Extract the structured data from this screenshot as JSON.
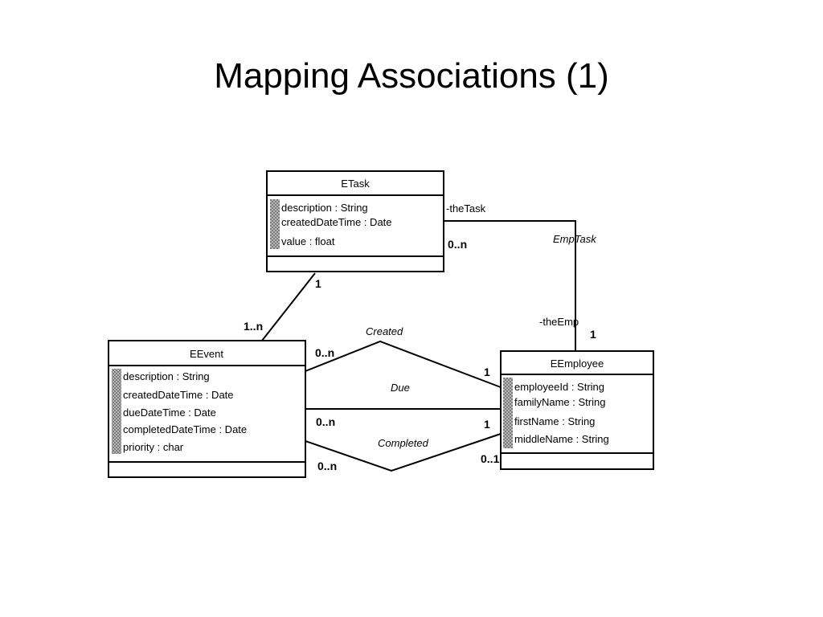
{
  "title": "Mapping Associations (1)",
  "classes": {
    "etask": {
      "name": "ETask",
      "attributes": [
        "description : String",
        "createdDateTime : Date",
        "value : float"
      ]
    },
    "eevent": {
      "name": "EEvent",
      "attributes": [
        "description : String",
        "createdDateTime : Date",
        "dueDateTime : Date",
        "completedDateTime : Date",
        "priority : char"
      ]
    },
    "eemployee": {
      "name": "EEmployee",
      "attributes": [
        "employeeId : String",
        "familyName : String",
        "firstName : String",
        "middleName : String"
      ]
    }
  },
  "associations": {
    "emptask": {
      "name": "EmpTask",
      "role_task": "-theTask",
      "mult_task": "0..n",
      "role_emp": "-theEmp",
      "mult_emp": "1"
    },
    "task_event": {
      "mult_task": "1",
      "mult_event": "1..n"
    },
    "created": {
      "name": "Created",
      "mult_event": "0..n",
      "mult_emp": "1"
    },
    "due": {
      "name": "Due",
      "mult_event": "0..n",
      "mult_emp": "1"
    },
    "completed": {
      "name": "Completed",
      "mult_event": "0..n",
      "mult_emp": "0..1"
    }
  },
  "colors": {
    "line": "#000000",
    "attribute_stripe": "#9a9a9a",
    "background": "#ffffff"
  }
}
